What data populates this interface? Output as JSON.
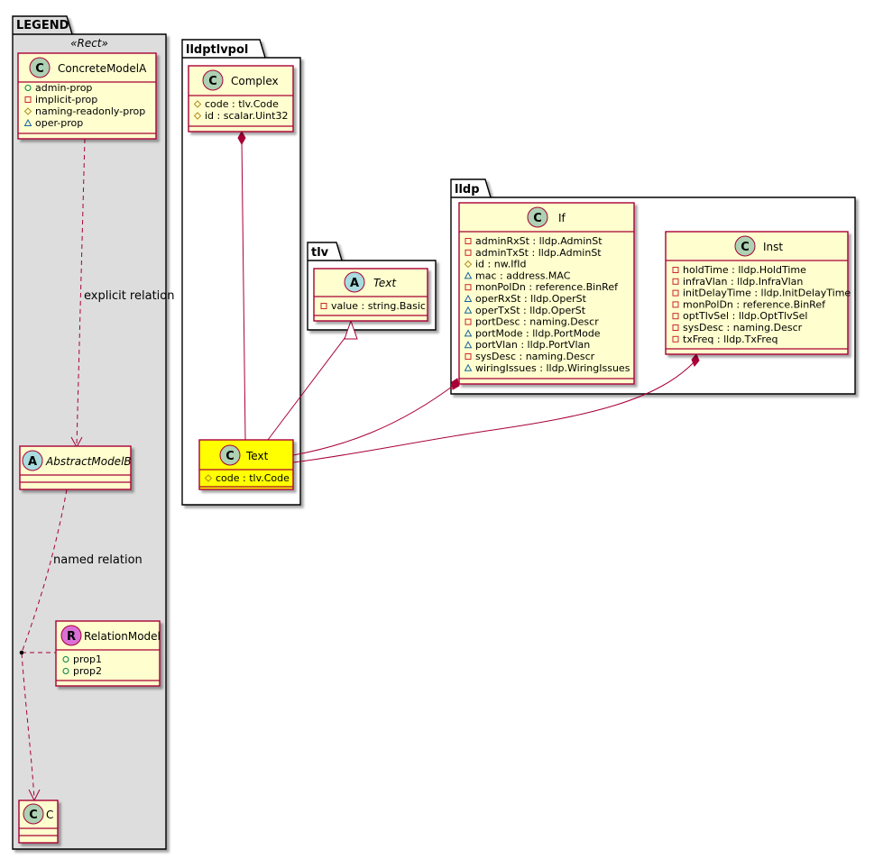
{
  "colors": {
    "class_fill": "#FEFECE",
    "class_border": "#A80036",
    "highlight_fill": "#FFFF00",
    "legend_fill": "#DDDDDD",
    "circle_c": "#ADD1B2",
    "circle_a": "#A9DCDF",
    "circle_r": "#DA70D6",
    "edge": "#A80036"
  },
  "legend": {
    "title": "LEGEND",
    "stereotype": "«Rect»",
    "concrete": {
      "circle": "C",
      "name": "ConcreteModelA",
      "attrs": [
        {
          "vis": "public",
          "text": "admin-prop"
        },
        {
          "vis": "private",
          "text": "implicit-prop"
        },
        {
          "vis": "protected",
          "text": "naming-readonly-prop"
        },
        {
          "vis": "package",
          "text": "oper-prop"
        }
      ]
    },
    "explicit_label": "explicit relation",
    "abstract": {
      "circle": "A",
      "name": "AbstractModelB"
    },
    "named_label": "named relation",
    "relation": {
      "circle": "R",
      "name": "RelationModel",
      "attrs": [
        {
          "vis": "public",
          "text": "prop1"
        },
        {
          "vis": "public",
          "text": "prop2"
        }
      ]
    },
    "c": {
      "circle": "C",
      "name": "C"
    }
  },
  "lldptlvpol": {
    "title": "lldptlvpol",
    "complex": {
      "circle": "C",
      "name": "Complex",
      "attrs": [
        {
          "vis": "protected",
          "text": "code : tlv.Code"
        },
        {
          "vis": "protected",
          "text": "id : scalar.Uint32"
        }
      ]
    },
    "text": {
      "circle": "C",
      "name": "Text",
      "attrs": [
        {
          "vis": "protected",
          "text": "code : tlv.Code"
        }
      ]
    }
  },
  "tlv": {
    "title": "tlv",
    "text": {
      "circle": "A",
      "name": "Text",
      "attrs": [
        {
          "vis": "private",
          "text": "value : string.Basic"
        }
      ]
    }
  },
  "lldp": {
    "title": "lldp",
    "if": {
      "circle": "C",
      "name": "If",
      "attrs": [
        {
          "vis": "private",
          "text": "adminRxSt : lldp.AdminSt"
        },
        {
          "vis": "private",
          "text": "adminTxSt : lldp.AdminSt"
        },
        {
          "vis": "protected",
          "text": "id : nw.IfId"
        },
        {
          "vis": "package",
          "text": "mac : address.MAC"
        },
        {
          "vis": "private",
          "text": "monPolDn : reference.BinRef"
        },
        {
          "vis": "package",
          "text": "operRxSt : lldp.OperSt"
        },
        {
          "vis": "package",
          "text": "operTxSt : lldp.OperSt"
        },
        {
          "vis": "private",
          "text": "portDesc : naming.Descr"
        },
        {
          "vis": "package",
          "text": "portMode : lldp.PortMode"
        },
        {
          "vis": "package",
          "text": "portVlan : lldp.PortVlan"
        },
        {
          "vis": "private",
          "text": "sysDesc : naming.Descr"
        },
        {
          "vis": "package",
          "text": "wiringIssues : lldp.WiringIssues"
        }
      ]
    },
    "inst": {
      "circle": "C",
      "name": "Inst",
      "attrs": [
        {
          "vis": "private",
          "text": "holdTime : lldp.HoldTime"
        },
        {
          "vis": "private",
          "text": "infraVlan : lldp.InfraVlan"
        },
        {
          "vis": "private",
          "text": "initDelayTime : lldp.InitDelayTime"
        },
        {
          "vis": "private",
          "text": "monPolDn : reference.BinRef"
        },
        {
          "vis": "private",
          "text": "optTlvSel : lldp.OptTlvSel"
        },
        {
          "vis": "private",
          "text": "sysDesc : naming.Descr"
        },
        {
          "vis": "private",
          "text": "txFreq : lldp.TxFreq"
        }
      ]
    }
  }
}
